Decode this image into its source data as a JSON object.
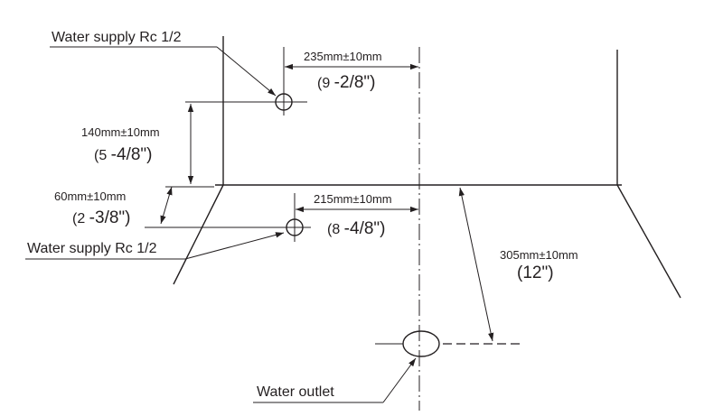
{
  "labels": {
    "water_supply_top": "Water supply Rc 1/2",
    "water_supply_bottom": "Water supply Rc 1/2",
    "water_outlet": "Water outlet"
  },
  "dimensions": {
    "horiz_top_mm": "235mm±10mm",
    "horiz_top_in_a": "(9 ",
    "horiz_top_in_b": "-2/8\")",
    "vert_mm": "140mm±10mm",
    "vert_in_a": "(5 ",
    "vert_in_b": "-4/8\")",
    "diag_mm": "60mm±10mm",
    "diag_in_a": "(2 ",
    "diag_in_b": "-3/8\")",
    "horiz_bottom_mm": "215mm±10mm",
    "horiz_bottom_in_a": "(8 ",
    "horiz_bottom_in_b": "-4/8\")",
    "outlet_mm": "305mm±10mm",
    "outlet_in": "(12\")"
  }
}
